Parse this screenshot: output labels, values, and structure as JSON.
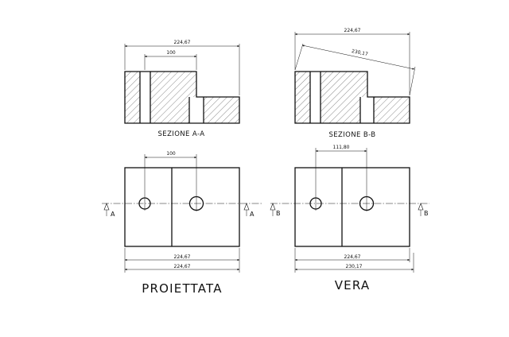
{
  "section_aa": {
    "dim_overall": "224,67",
    "dim_inner": "100",
    "caption": "SEZIONE A-A"
  },
  "section_bb": {
    "dim_overall": "224,67",
    "dim_oblique": "230,17",
    "caption": "SEZIONE B-B"
  },
  "plan_left": {
    "dim_holes": "100",
    "dim_bottom_1": "224,67",
    "dim_bottom_2": "224,67",
    "cut_letter_left": "A",
    "cut_letter_right": "A",
    "caption": "PROIETTATA"
  },
  "plan_right": {
    "dim_holes": "111,80",
    "dim_bottom_1": "224,67",
    "dim_bottom_2": "230,17",
    "cut_letter_left": "B",
    "cut_letter_right": "B",
    "caption": "VERA"
  }
}
